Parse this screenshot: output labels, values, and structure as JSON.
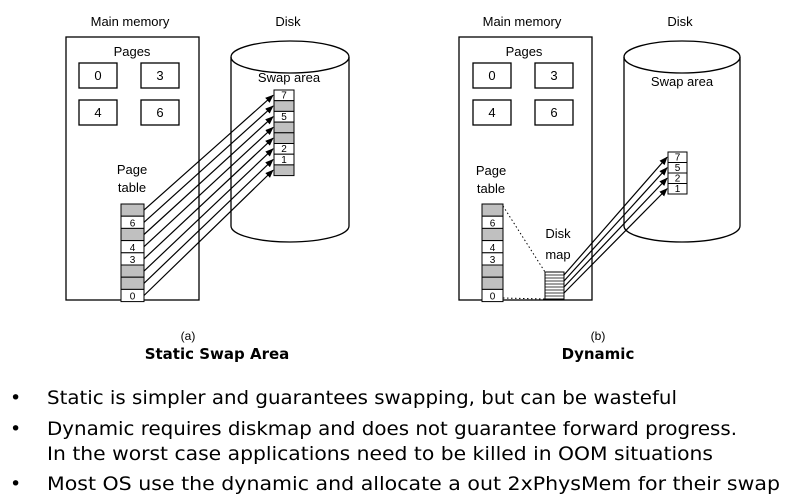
{
  "left": {
    "main_memory_label": "Main memory",
    "disk_label": "Disk",
    "pages_label": "Pages",
    "pages": [
      "0",
      "3",
      "4",
      "6"
    ],
    "page_table_label_1": "Page",
    "page_table_label_2": "table",
    "page_table_entries": [
      "",
      "6",
      "",
      "4",
      "3",
      "",
      "",
      "0"
    ],
    "swap_area_label": "Swap area",
    "swap_entries": [
      "7",
      "",
      "5",
      "",
      "",
      "2",
      "1",
      ""
    ],
    "sub_caption": "(a)",
    "caption": "Static Swap Area"
  },
  "right": {
    "main_memory_label": "Main memory",
    "disk_label": "Disk",
    "pages_label": "Pages",
    "pages": [
      "0",
      "3",
      "4",
      "6"
    ],
    "page_table_label_1": "Page",
    "page_table_label_2": "table",
    "page_table_entries": [
      "",
      "6",
      "",
      "4",
      "3",
      "",
      "",
      "0"
    ],
    "disk_map_label_1": "Disk",
    "disk_map_label_2": "map",
    "swap_area_label": "Swap area",
    "swap_entries": [
      "7",
      "5",
      "2",
      "1"
    ],
    "sub_caption": "(b)",
    "caption": "Dynamic"
  },
  "bullets": [
    "Static is simpler and guarantees swapping, but can be wasteful",
    "Dynamic requires diskmap and does not guarantee forward progress.",
    "In the worst case applications need to be killed in OOM situations",
    "Most OS use the dynamic and allocate a out 2xPhysMem for their swap"
  ],
  "colors": {
    "shaded_entry": "#c0c0c0",
    "line": "#000000"
  }
}
